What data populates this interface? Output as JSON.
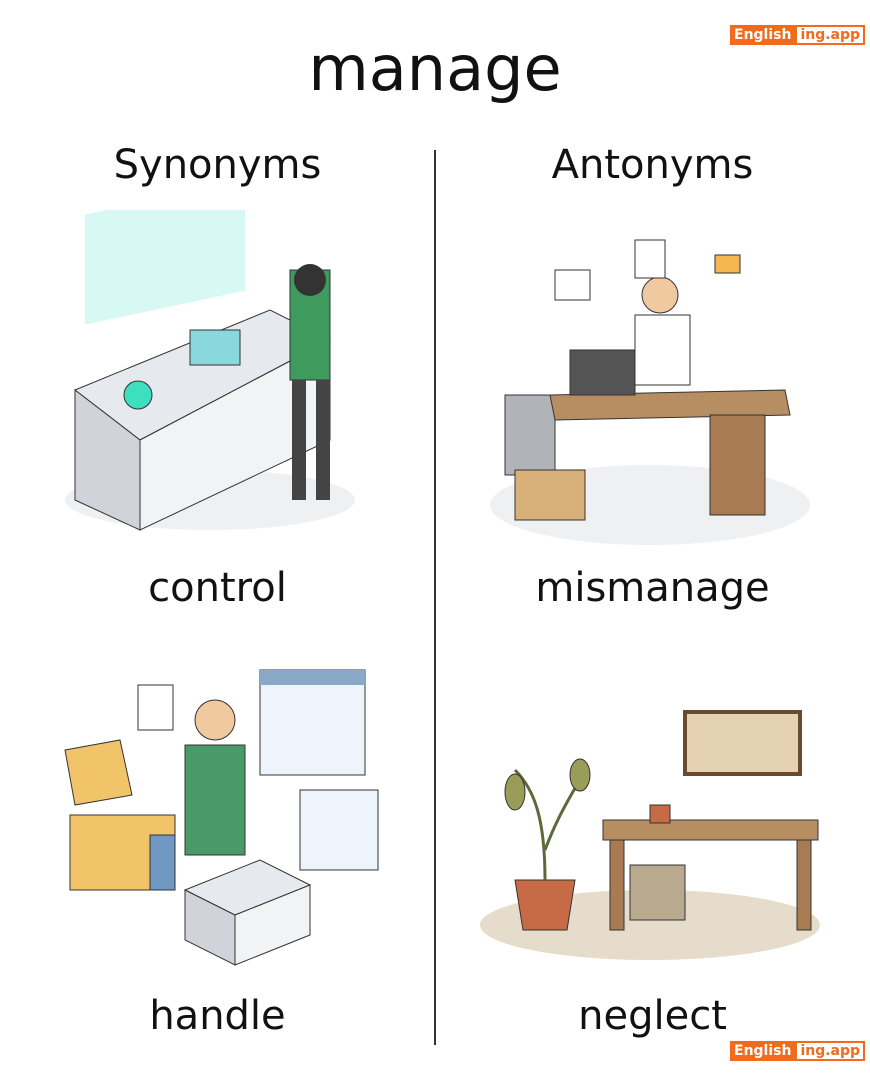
{
  "title": "manage",
  "synonyms": {
    "heading": "Synonyms",
    "words": [
      "control",
      "handle"
    ]
  },
  "antonyms": {
    "heading": "Antonyms",
    "words": [
      "mismanage",
      "neglect"
    ]
  },
  "brand": {
    "part1": "English",
    "part2": "ing.app",
    "color": "#f26a1b"
  }
}
